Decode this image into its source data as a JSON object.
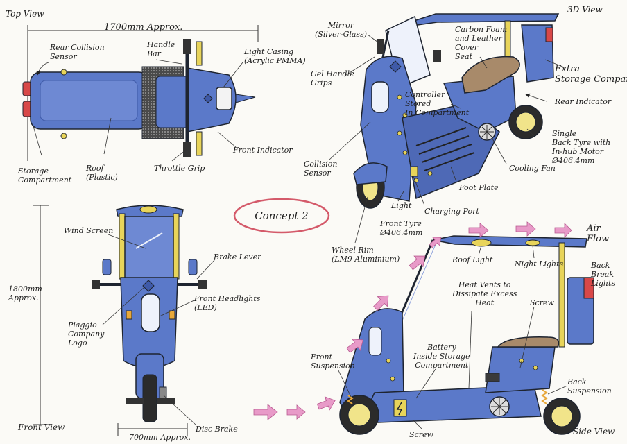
{
  "sheet": {
    "concept": "Concept 2",
    "colors": {
      "body": "#5b79c9",
      "body_dark": "#3f5aa8",
      "trim": "#e8d45a",
      "seat": "#a88a6a",
      "arrow": "#e89ac8",
      "red": "#d84848",
      "outline": "#1e2430"
    }
  },
  "top_view": {
    "title": "Top View",
    "length": "1700mm Approx.",
    "labels": {
      "rear_collision_sensor": "Rear Collision\nSensor",
      "handle_bar": "Handle\nBar",
      "light_casing": "Light Casing\n(Acrylic PMMA)",
      "storage_compartment": "Storage\nCompartment",
      "roof": "Roof\n(Plastic)",
      "throttle_grip": "Throttle Grip",
      "front_indicator": "Front Indicator"
    }
  },
  "view_3d": {
    "title": "3D View",
    "labels": {
      "mirror": "Mirror\n(Silver-Glass)",
      "seat": "Carbon Foam\nand Leather\nCover\nSeat",
      "extra_storage": "Extra\nStorage Compartment",
      "gel_grips": "Gel Handle\nGrips",
      "controller": "Controller\nStored\nIn Compartment",
      "rear_indicator": "Rear Indicator",
      "back_tyre": "Single\nBack Tyre with\nIn-hub Motor\nØ406.4mm",
      "collision_sensor": "Collision\nSensor",
      "cooling_fan": "Cooling Fan",
      "foot_plate": "Foot Plate",
      "light": "Light",
      "charging_port": "Charging Port",
      "front_tyre": "Front Tyre\nØ406.4mm",
      "wheel_rim": "Wheel Rim\n(LM9 Aluminium)"
    }
  },
  "front_view": {
    "title": "Front View",
    "height": "1800mm\nApprox.",
    "width": "700mm Approx.",
    "labels": {
      "windscreen": "Wind Screen",
      "brake_lever": "Brake Lever",
      "piaggio_logo": "Piaggio\nCompany\nLogo",
      "headlights": "Front Headlights\n(LED)",
      "disc_brake": "Disc Brake"
    }
  },
  "side_view": {
    "title": "Side View",
    "air_flow": "Air\nFlow",
    "labels": {
      "roof_light": "Roof Light",
      "night_lights": "Night Lights",
      "back_break_lights": "Back\nBreak\nLights",
      "heat_vents": "Heat Vents to\nDissipate Excess\nHeat",
      "screw_upper": "Screw",
      "battery": "Battery\nInside Storage\nCompartment",
      "front_suspension": "Front\nSuspension",
      "back_suspension": "Back\nSuspension",
      "screw_lower": "Screw"
    }
  }
}
